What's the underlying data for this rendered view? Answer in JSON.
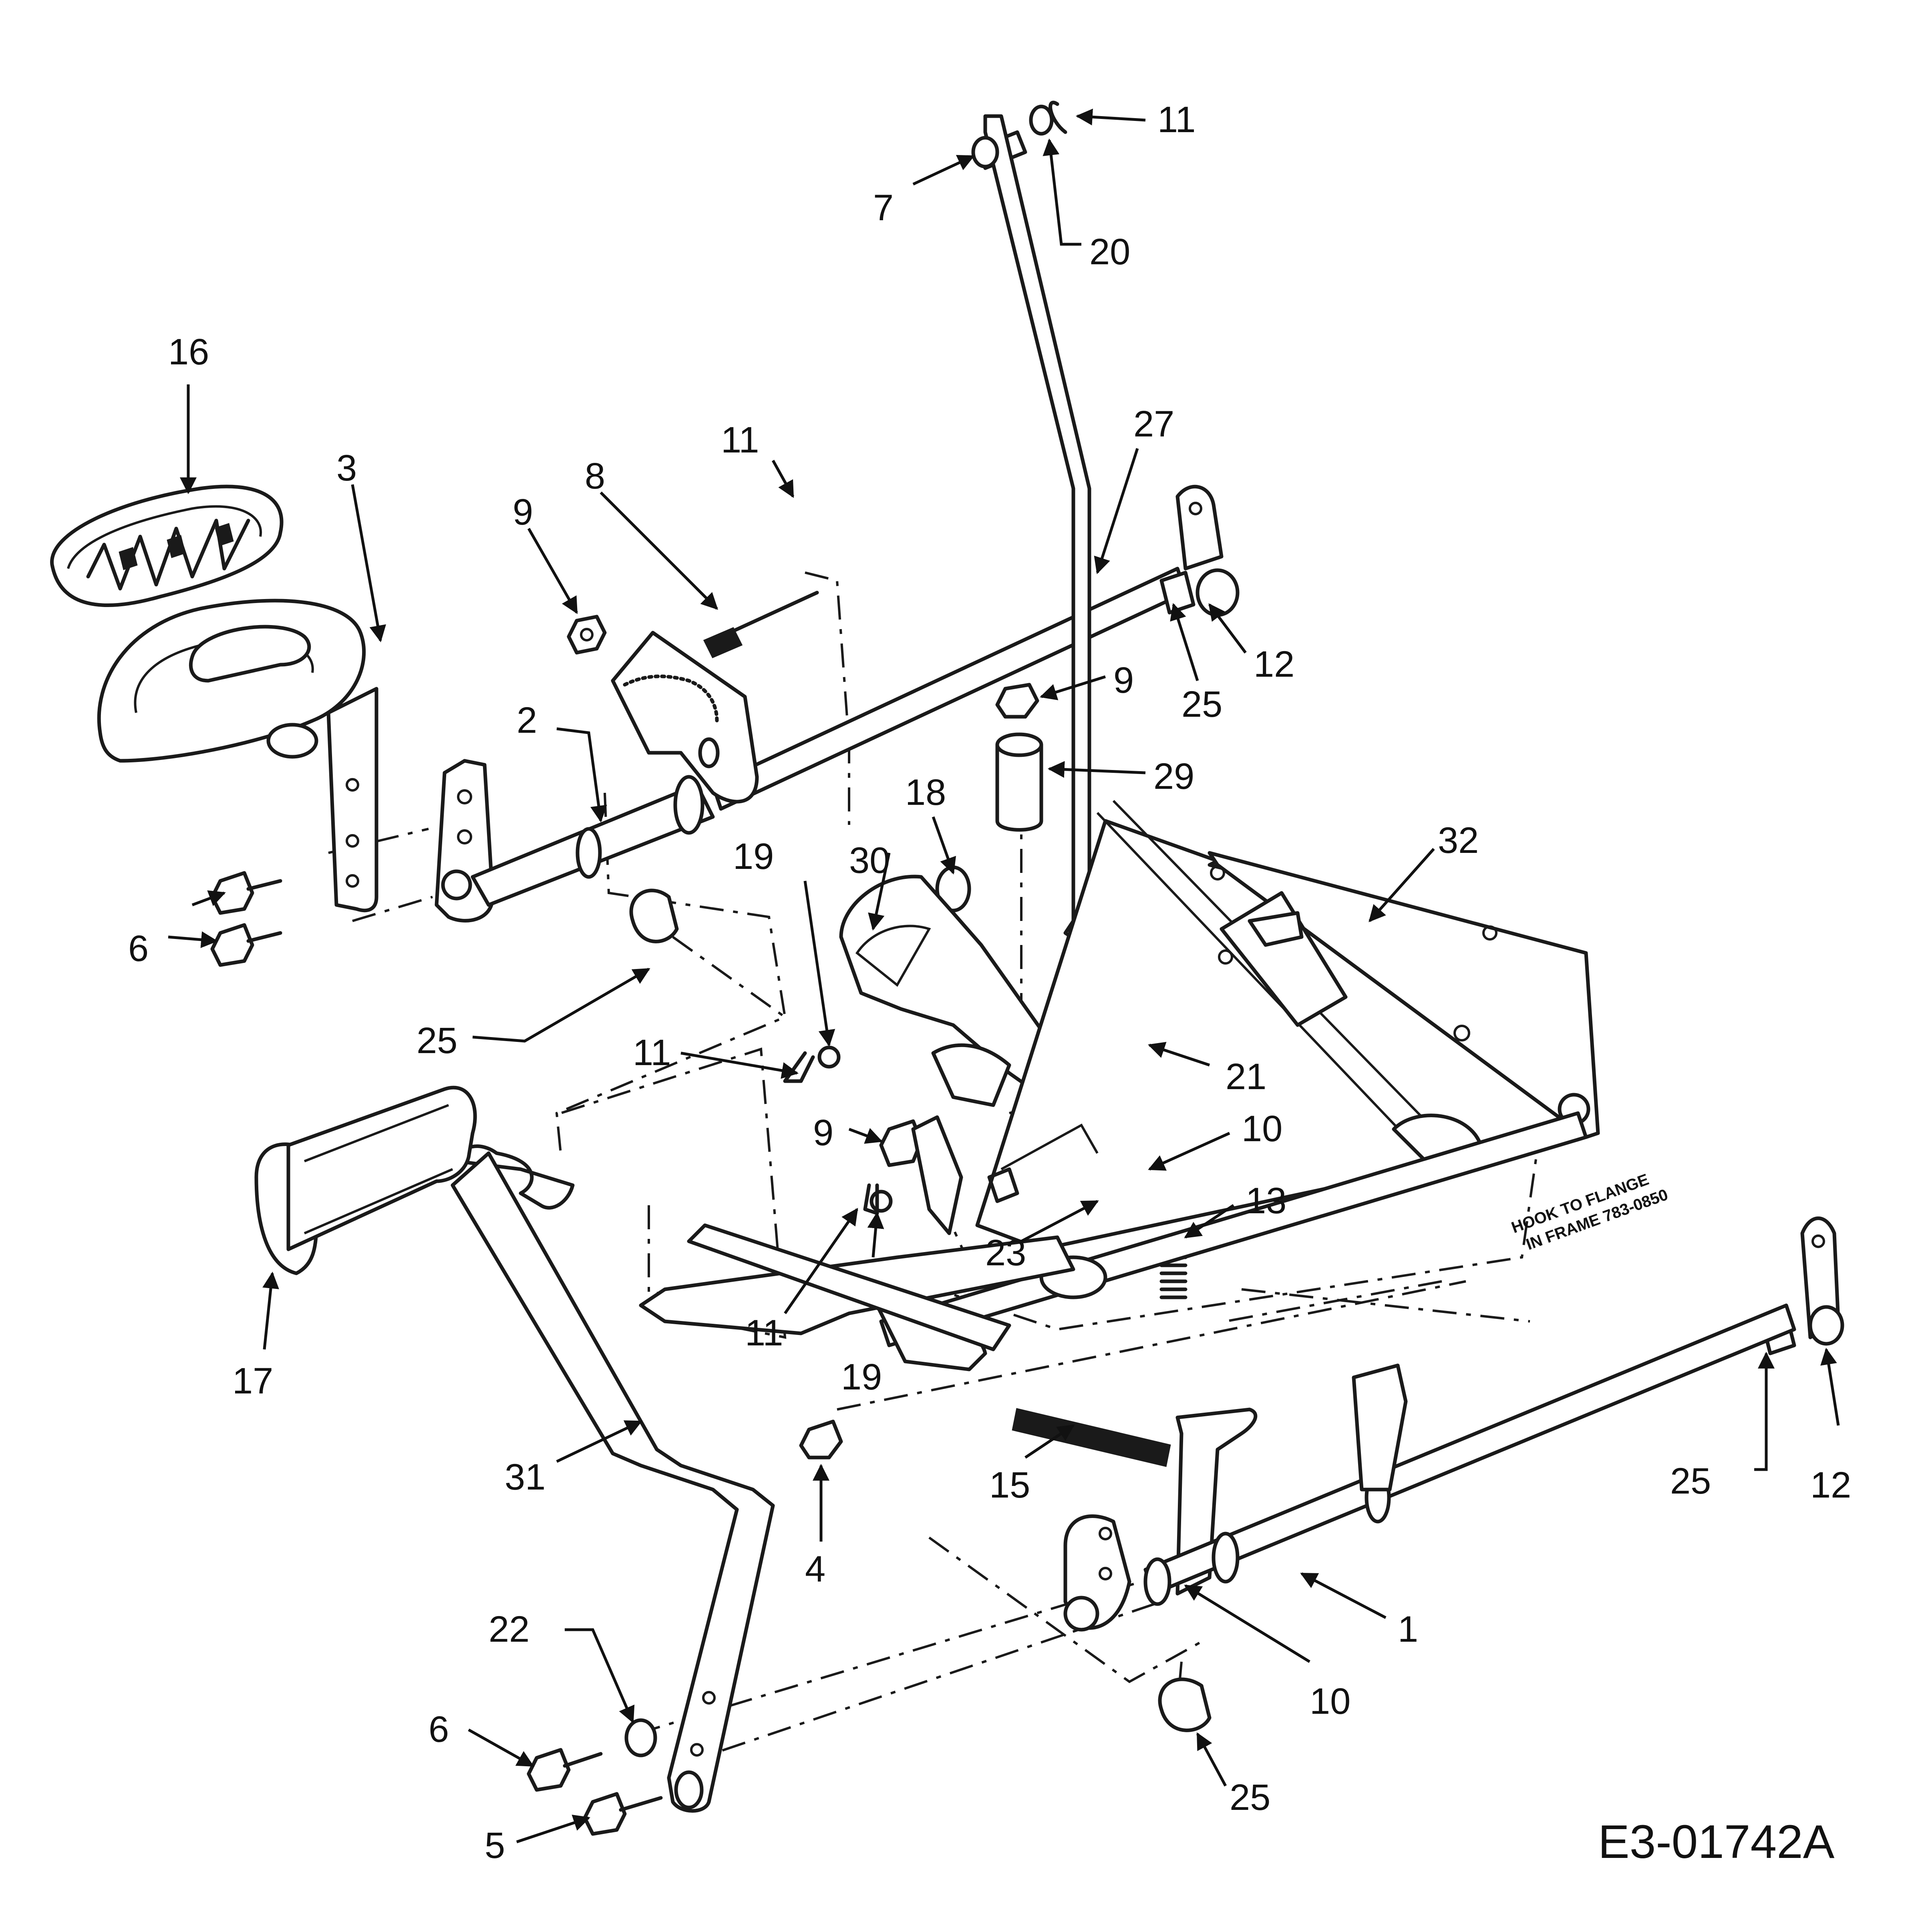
{
  "diagram_id": "E3-01742A",
  "note_lines": [
    "HOOK TO FLANGE",
    "IN FRAME 783-0850"
  ],
  "callouts": {
    "c1": "1",
    "c2": "2",
    "c3": "3",
    "c4": "4",
    "c5": "5",
    "c6a": "6",
    "c6b": "6",
    "c7": "7",
    "c8": "8",
    "c9a": "9",
    "c9b": "9",
    "c9c": "9",
    "c10a": "10",
    "c10b": "10",
    "c11a": "11",
    "c11b": "11",
    "c11c": "11",
    "c11d": "11",
    "c12a": "12",
    "c12b": "12",
    "c13": "13",
    "c15": "15",
    "c16": "16",
    "c17": "17",
    "c18": "18",
    "c19a": "19",
    "c19b": "19",
    "c20": "20",
    "c21": "21",
    "c22": "22",
    "c23": "23",
    "c25a": "25",
    "c25b": "25",
    "c25c": "25",
    "c25d": "25",
    "c27": "27",
    "c29": "29",
    "c30": "30",
    "c31": "31",
    "c32": "32"
  }
}
